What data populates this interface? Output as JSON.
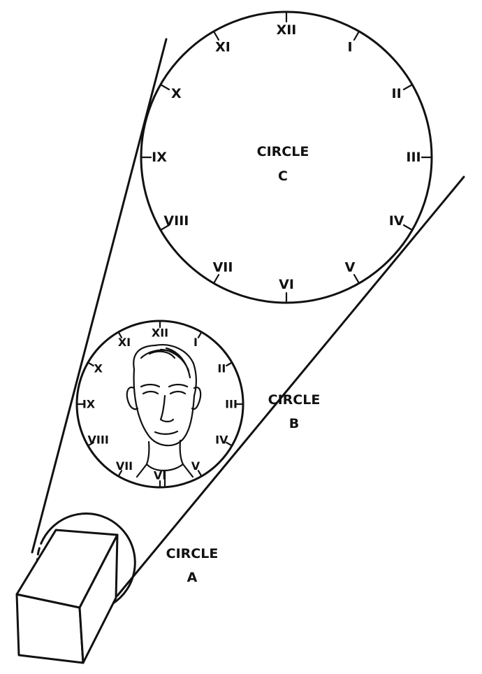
{
  "labels": {
    "circle_a": [
      "CIRCLE",
      "A"
    ],
    "circle_b": [
      "CIRCLE",
      "B"
    ],
    "circle_c": [
      "CIRCLE",
      "C"
    ]
  },
  "numerals": [
    "XII",
    "I",
    "II",
    "III",
    "IV",
    "V",
    "VI",
    "VII",
    "VIII",
    "IX",
    "X",
    "XI"
  ],
  "colors": {
    "ink": "#111111",
    "paper": "#ffffff"
  }
}
